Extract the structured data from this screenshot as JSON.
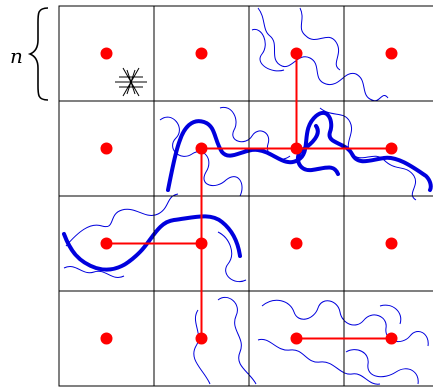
{
  "brace": {
    "label": "n"
  },
  "grid": {
    "rows": 4,
    "cols": 4
  },
  "dots": [
    [
      0,
      0
    ],
    [
      0,
      1
    ],
    [
      0,
      2
    ],
    [
      0,
      3
    ],
    [
      1,
      0
    ],
    [
      1,
      1
    ],
    [
      1,
      2
    ],
    [
      1,
      3
    ],
    [
      2,
      0
    ],
    [
      2,
      1
    ],
    [
      2,
      2
    ],
    [
      2,
      3
    ],
    [
      3,
      0
    ],
    [
      3,
      1
    ],
    [
      3,
      2
    ],
    [
      3,
      3
    ]
  ],
  "red_edges": [
    [
      [
        0,
        2
      ],
      [
        1,
        2
      ]
    ],
    [
      [
        1,
        1
      ],
      [
        1,
        2
      ]
    ],
    [
      [
        1,
        2
      ],
      [
        1,
        3
      ]
    ],
    [
      [
        1,
        1
      ],
      [
        2,
        1
      ]
    ],
    [
      [
        2,
        0
      ],
      [
        2,
        1
      ]
    ],
    [
      [
        2,
        1
      ],
      [
        3,
        1
      ]
    ],
    [
      [
        3,
        2
      ],
      [
        3,
        3
      ]
    ]
  ],
  "snowflake_cell": [
    0,
    0
  ],
  "colors": {
    "grid": "#000000",
    "dot": "#ff0000",
    "edge": "#ff0000",
    "curve": "#0000dd"
  }
}
